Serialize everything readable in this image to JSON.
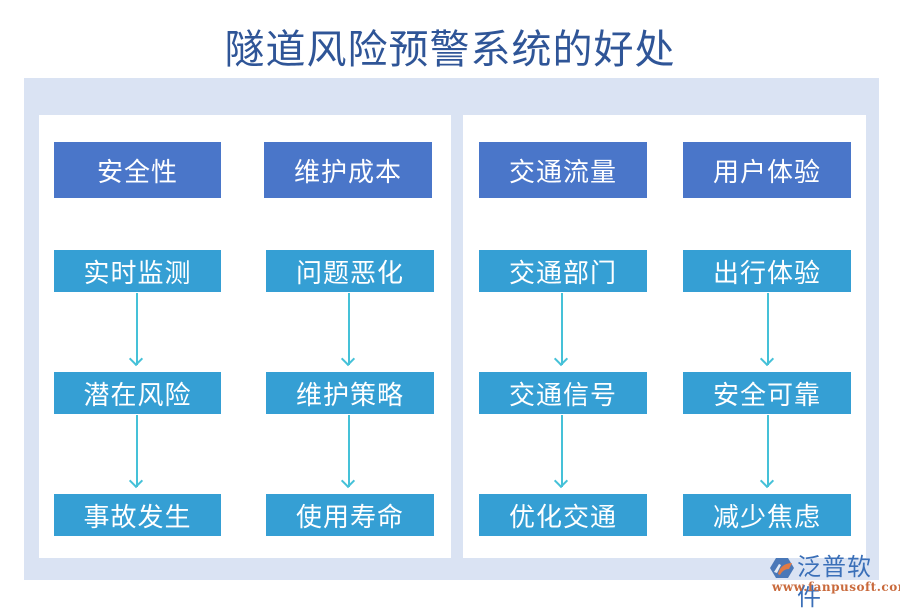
{
  "title": "隧道风险预警系统的好处",
  "colors": {
    "title": "#2f5597",
    "band": "#dae3f3",
    "header_box": "#4a76c9",
    "item_box": "#359fd4",
    "arrow": "#45c1d8",
    "logo_text": "#3a6fb8",
    "logo_url": "#c96a3c"
  },
  "columns": [
    {
      "header": "安全性",
      "items": [
        "实时监测",
        "潜在风险",
        "事故发生"
      ]
    },
    {
      "header": "维护成本",
      "items": [
        "问题恶化",
        "维护策略",
        "使用寿命"
      ]
    },
    {
      "header": "交通流量",
      "items": [
        "交通部门",
        "交通信号",
        "优化交通"
      ]
    },
    {
      "header": "用户体验",
      "items": [
        "出行体验",
        "安全可靠",
        "减少焦虑"
      ]
    }
  ],
  "logo": {
    "name": "泛普软件",
    "url": "www.fanpusoft.com",
    "icon": "fanpu-logo-icon"
  }
}
